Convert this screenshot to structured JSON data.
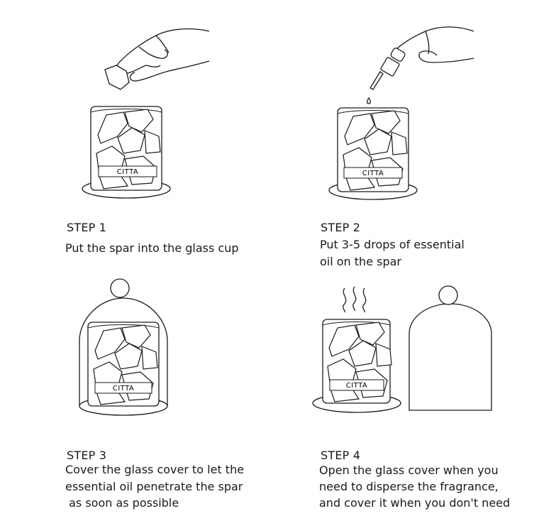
{
  "brand_label": "CITTA",
  "steps": [
    {
      "title": "STEP 1",
      "lines": [
        "Put the spar into the glass cup"
      ]
    },
    {
      "title": "STEP 2",
      "lines": [
        "Put 3-5 drops of essential",
        "oil on the spar"
      ]
    },
    {
      "title": "STEP 3",
      "lines": [
        "Cover the glass cover to let the",
        "essential oil penetrate the spar",
        " as soon as possible"
      ]
    },
    {
      "title": "STEP 4",
      "lines": [
        "Open the glass cover when you",
        "need to disperse the fragrance,",
        "and cover it when you don't need"
      ]
    }
  ],
  "icons": {
    "hand": "hand-icon",
    "dropper": "dropper-icon",
    "cup": "glass-cup-icon",
    "dome": "glass-dome-icon",
    "steam": "steam-icon"
  },
  "colors": {
    "ink": "#1a1a1a",
    "background": "#ffffff"
  }
}
